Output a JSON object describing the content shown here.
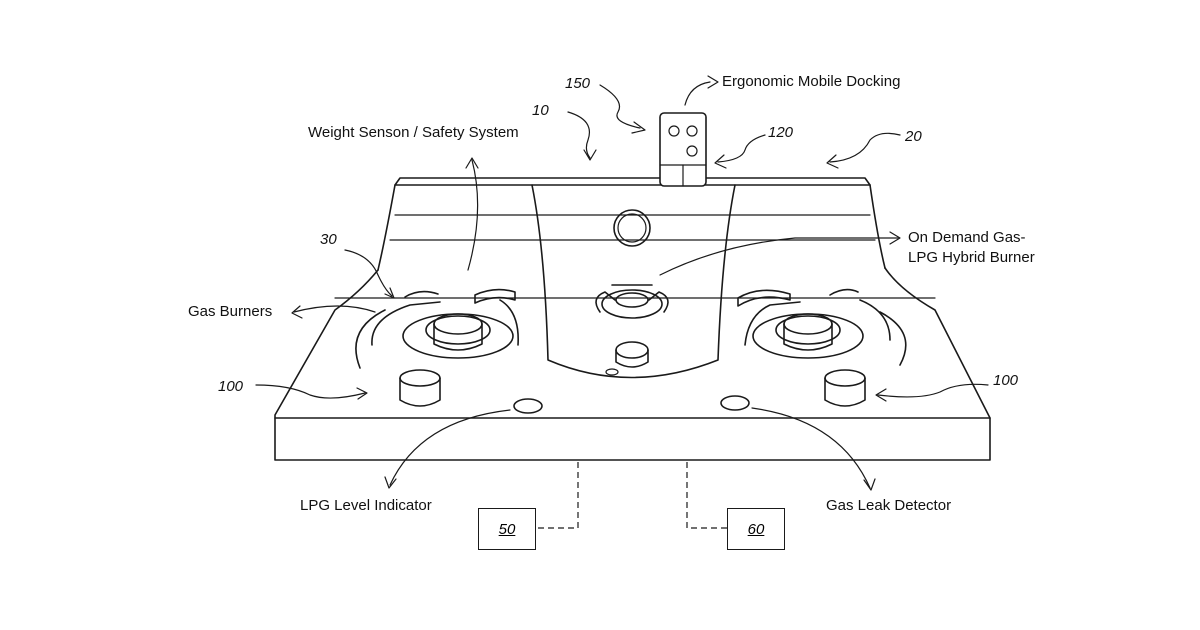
{
  "labels": {
    "mobile_docking": "Ergonomic Mobile Docking",
    "weight_sensor": "Weight Senson / Safety System",
    "hybrid_burner_line1": "On Demand Gas-",
    "hybrid_burner_line2": "LPG Hybrid Burner",
    "gas_burners": "Gas Burners",
    "lpg_level": "LPG Level Indicator",
    "gas_leak": "Gas Leak Detector"
  },
  "refs": {
    "r150": "150",
    "r10": "10",
    "r120": "120",
    "r20": "20",
    "r30": "30",
    "r100_left": "100",
    "r100_right": "100"
  },
  "boxes": {
    "box50": "50",
    "box60": "60"
  }
}
